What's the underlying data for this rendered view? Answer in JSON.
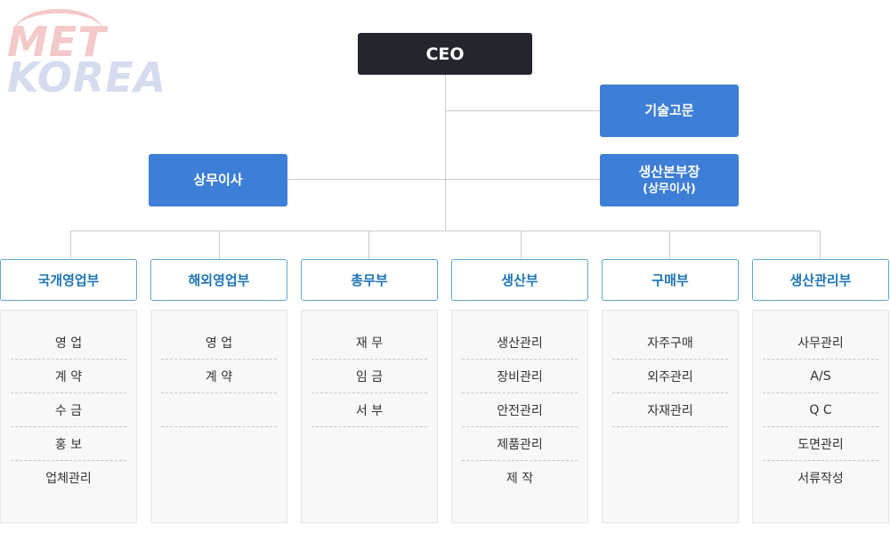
{
  "logo": {
    "line1": "MET",
    "line2": "KOREA"
  },
  "ceo": "CEO",
  "advisor": "기술고문",
  "managing_director": "상무이사",
  "production_head": {
    "title": "생산본부장",
    "subtitle": "(상무이사)"
  },
  "departments": [
    {
      "name": "국개영업부",
      "items": [
        "영 업",
        "계 약",
        "수 금",
        "홍 보",
        "업체관리"
      ]
    },
    {
      "name": "해외영업부",
      "items": [
        "영 업",
        "계 약",
        ""
      ]
    },
    {
      "name": "총무부",
      "items": [
        "재 무",
        "임 금",
        "서 부"
      ]
    },
    {
      "name": "생산부",
      "items": [
        "생산관리",
        "장비관리",
        "안전관리",
        "제품관리",
        "제 작"
      ]
    },
    {
      "name": "구매부",
      "items": [
        "자주구매",
        "외주관리",
        "자재관리"
      ]
    },
    {
      "name": "생산관리부",
      "items": [
        "사무관리",
        "A/S",
        "Q C",
        "도면관리",
        "서류작성"
      ]
    }
  ],
  "colors": {
    "ceo_bg": "#24262e",
    "executive_bg": "#3d7ed6",
    "department_text": "#1d74b8",
    "department_border": "#5fa8d3",
    "connector": "#c9ccd1"
  }
}
